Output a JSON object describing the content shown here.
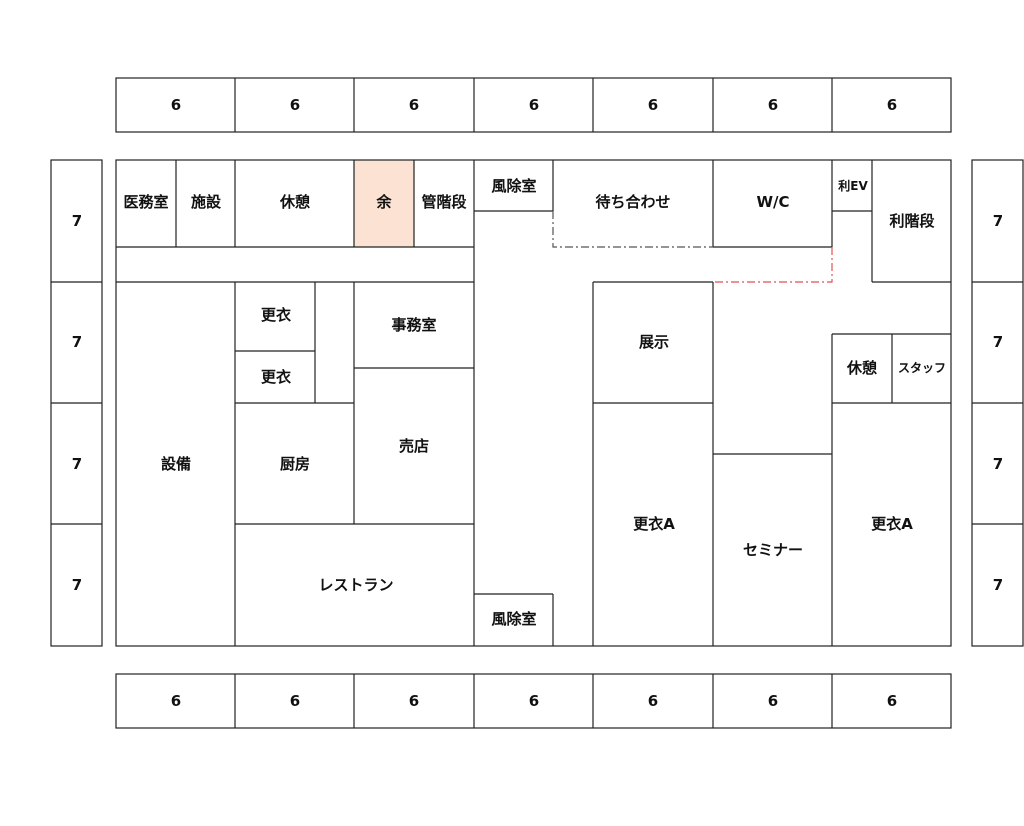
{
  "colors": {
    "highlight": "#fbe2d3",
    "line": "#222222",
    "dash_gray": "#555555",
    "dash_red": "#e05050"
  },
  "rooms": {
    "medical": "医務室",
    "facility": "施設",
    "rest_top": "休憩",
    "spare": "余",
    "mgmt_stairs": "管階段",
    "windbreak_top": "風除室",
    "meeting": "待ち合わせ",
    "wc": "W/C",
    "user_ev": "利EV",
    "user_stairs": "利階段",
    "locker_1": "更衣",
    "locker_2": "更衣",
    "office": "事務室",
    "shop": "売店",
    "kitchen": "厨房",
    "equipment": "設備",
    "restaurant": "レストラン",
    "windbreak_bottom": "風除室",
    "exhibit": "展示",
    "locker_a_1": "更衣A",
    "seminar": "セミナー",
    "locker_a_2": "更衣A",
    "rest_right": "休憩",
    "staff": "スタッフ"
  },
  "top_row": [
    "6",
    "6",
    "6",
    "6",
    "6",
    "6",
    "6"
  ],
  "bottom_row": [
    "6",
    "6",
    "6",
    "6",
    "6",
    "6",
    "6"
  ],
  "left_column": [
    "7",
    "7",
    "7",
    "7"
  ],
  "right_column": [
    "7",
    "7",
    "7",
    "7"
  ]
}
